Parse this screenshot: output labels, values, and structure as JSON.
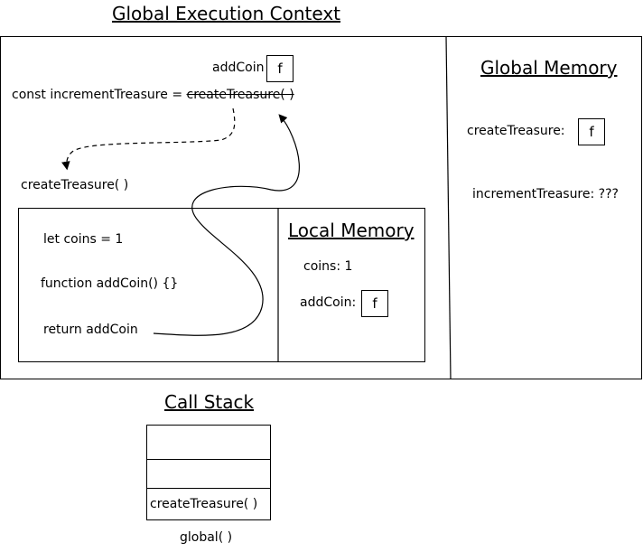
{
  "gec": {
    "title": "Global Execution Context",
    "addcoin_label": "addCoin",
    "addcoin_value": "f",
    "declaration_prefix": "const incrementTreasure = ",
    "declaration_call": "createTreasure( )",
    "call_label": "createTreasure( )"
  },
  "local": {
    "code_lines": [
      "let coins = 1",
      "function addCoin() {}",
      "return addCoin"
    ],
    "memory_title": "Local Memory",
    "coins_entry": "coins: 1",
    "addcoin_label": "addCoin:",
    "addcoin_value": "f"
  },
  "global_memory": {
    "title": "Global Memory",
    "create_label": "createTreasure:",
    "create_value": "f",
    "increment_entry": "incrementTreasure: ???"
  },
  "call_stack": {
    "title": "Call Stack",
    "frames": [
      "",
      "",
      "createTreasure( )"
    ],
    "base_label": "global( )"
  }
}
